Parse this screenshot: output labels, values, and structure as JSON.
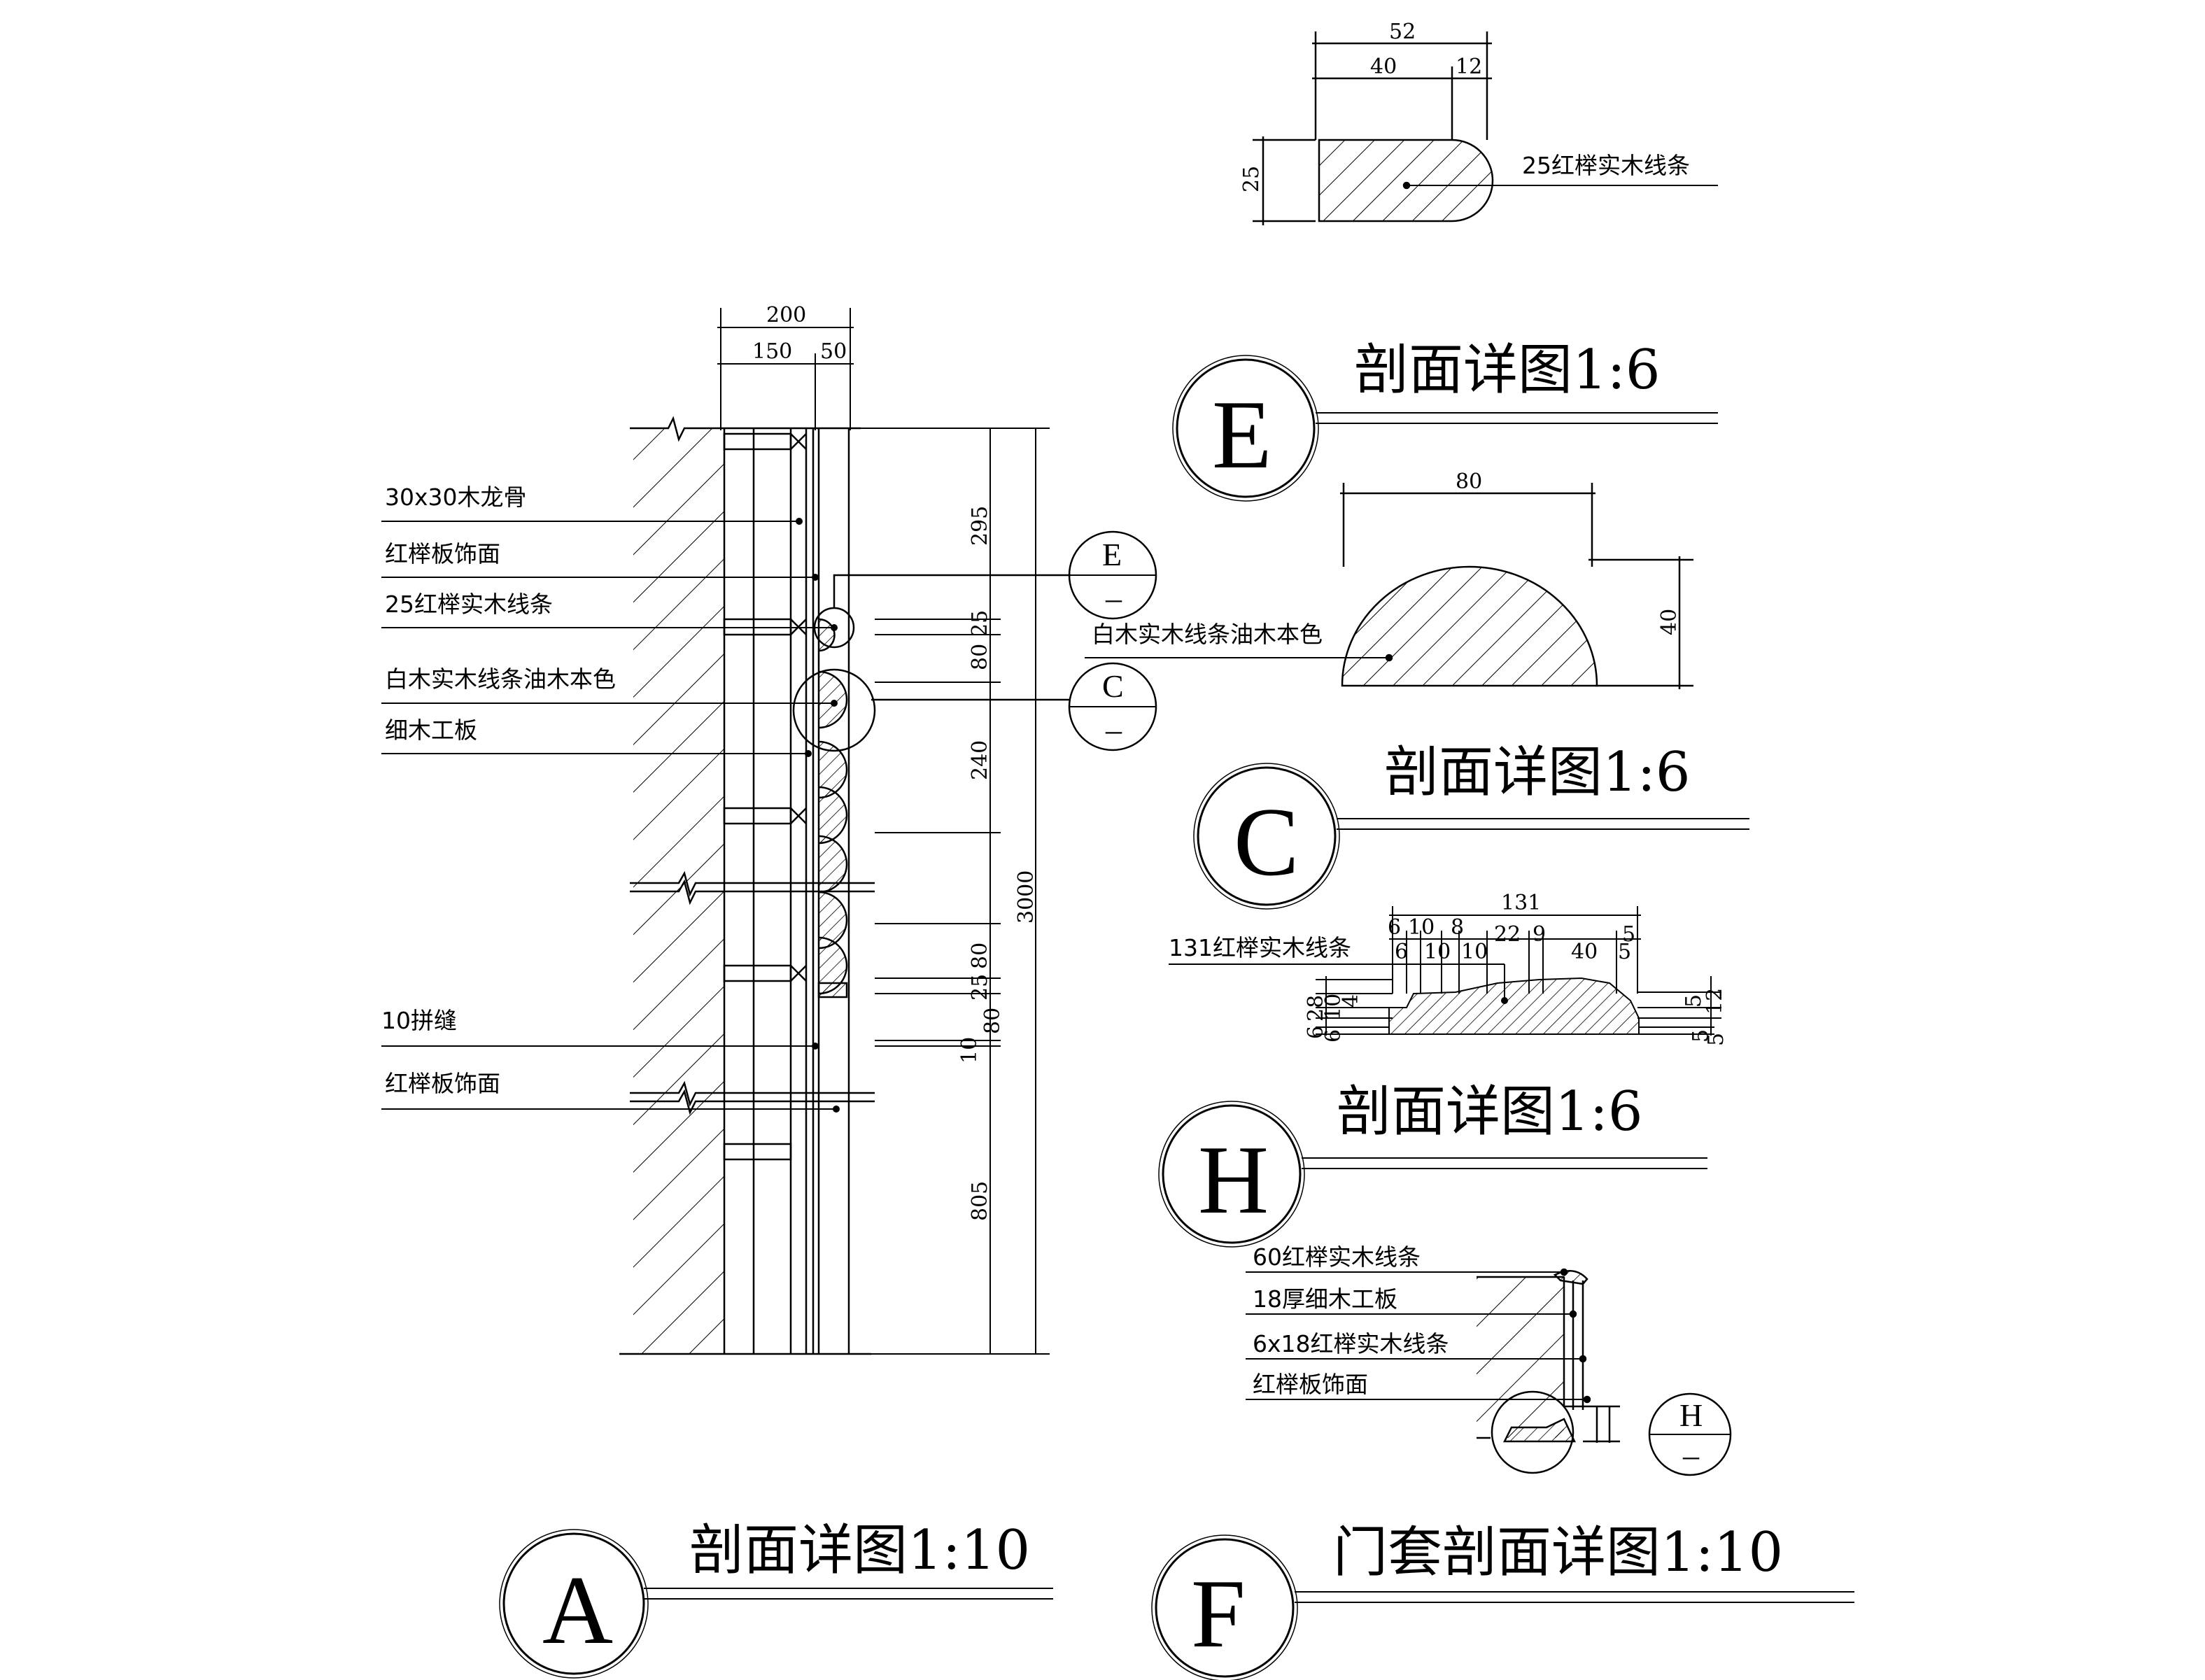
{
  "section_A": {
    "title": "剖面详图1:10",
    "letter": "A",
    "top_dims": [
      "200",
      "150",
      "50"
    ],
    "right_dims": [
      "295",
      "25",
      "80",
      "240",
      "80",
      "25",
      "80",
      "10",
      "805"
    ],
    "total_dim": "3000",
    "labels": [
      "30x30木龙骨",
      "红榉板饰面",
      "25红榉实木线条",
      "白木实木线条油木本色",
      "细木工板",
      "10拼缝",
      "红榉板饰面"
    ],
    "callouts": [
      {
        "letter": "E",
        "sub": "–"
      },
      {
        "letter": "C",
        "sub": "–"
      }
    ]
  },
  "section_E": {
    "title": "剖面详图1:6",
    "letter": "E",
    "dims": [
      "52",
      "40",
      "12",
      "25"
    ],
    "label": "25红榉实木线条"
  },
  "section_C": {
    "title": "剖面详图1:6",
    "letter": "C",
    "dims": [
      "80",
      "40"
    ],
    "label": "白木实木线条油木本色"
  },
  "section_H": {
    "title": "剖面详图1:6",
    "letter": "H",
    "top_dims": [
      "131",
      "6",
      "10",
      "8",
      "6",
      "10",
      "10",
      "22",
      "9",
      "40",
      "5",
      "5"
    ],
    "left_dims": [
      "28",
      "6",
      "10",
      "4",
      "6"
    ],
    "right_dims": [
      "5",
      "12",
      "5",
      "5"
    ],
    "label": "131红榉实木线条"
  },
  "section_F": {
    "title": "门套剖面详图1:10",
    "letter": "F",
    "labels": [
      "60红榉实木线条",
      "18厚细木工板",
      "6x18红榉实木线条",
      "红榉板饰面"
    ],
    "callout": {
      "letter": "H",
      "sub": "–"
    }
  }
}
